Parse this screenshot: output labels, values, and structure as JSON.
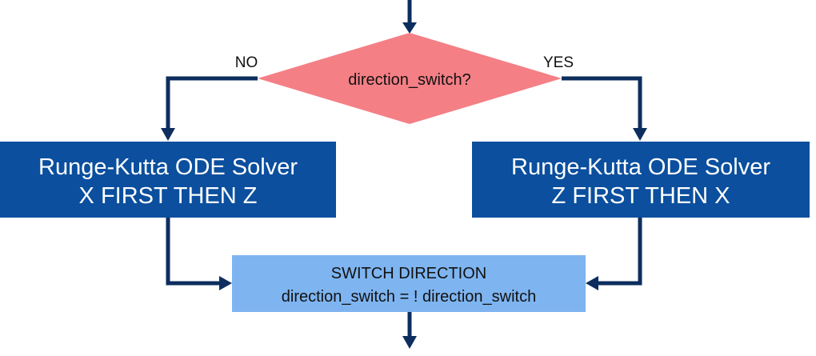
{
  "decision": {
    "text": "direction_switch?",
    "no_label": "NO",
    "yes_label": "YES"
  },
  "left_box": {
    "line1": "Runge-Kutta ODE Solver",
    "line2": "X FIRST THEN Z"
  },
  "right_box": {
    "line1": "Runge-Kutta ODE Solver",
    "line2": "Z FIRST THEN X"
  },
  "switch_box": {
    "line1": "SWITCH DIRECTION",
    "line2": "direction_switch = ! direction_switch"
  },
  "colors": {
    "arrow": "#0c2d5e",
    "decision_fill": "#f47f85",
    "solver_fill": "#0b4f9e",
    "switch_fill": "#7eb4f0",
    "solver_text": "#ffffff",
    "dark_text": "#111111"
  }
}
